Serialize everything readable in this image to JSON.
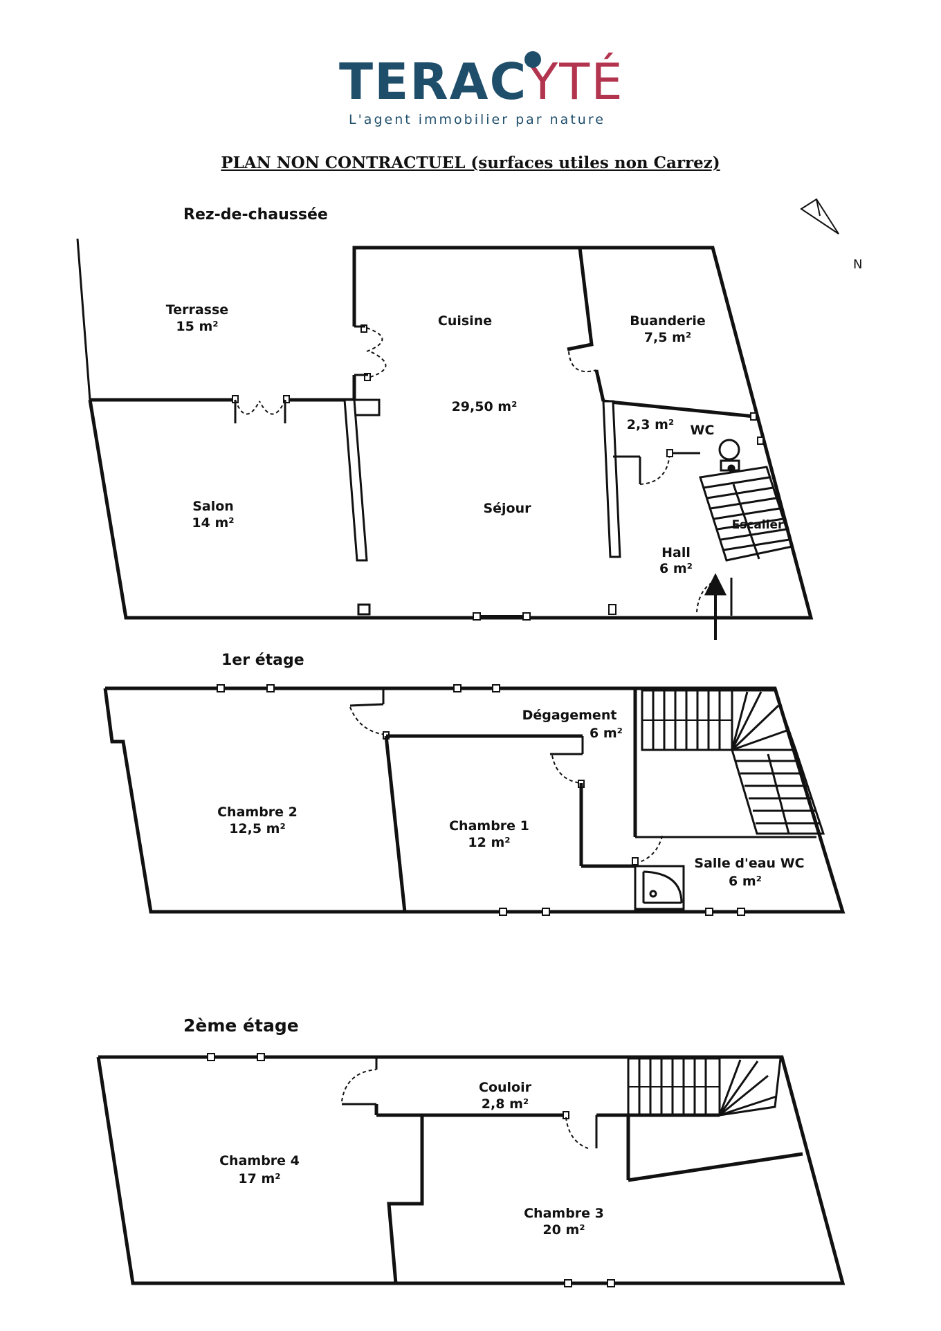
{
  "brand": {
    "name_part1": "TERAC",
    "name_part2": "YTÉ",
    "tagline": "L'agent immobilier par nature",
    "color_primary": "#1f4e6b",
    "color_accent": "#b3344e"
  },
  "subtitle": "PLAN NON CONTRACTUEL (surfaces utiles non Carrez)",
  "compass": {
    "label": "N",
    "icon": "north-arrow-icon"
  },
  "floors": {
    "ground": {
      "title": "Rez-de-chaussée",
      "rooms": {
        "terrasse": {
          "name": "Terrasse",
          "area": "15 m²"
        },
        "cuisine": {
          "name": "Cuisine"
        },
        "sejour": {
          "name": "Séjour",
          "area": "29,50 m²"
        },
        "buanderie": {
          "name": "Buanderie",
          "area": "7,5 m²"
        },
        "wc": {
          "name": "WC",
          "area": "2,3 m²"
        },
        "salon": {
          "name": "Salon",
          "area": "14 m²"
        },
        "escalier": {
          "name": "Escalier"
        },
        "hall": {
          "name": "Hall",
          "area": "6 m²"
        }
      }
    },
    "first": {
      "title": "1er étage",
      "rooms": {
        "degagement": {
          "name": "Dégagement",
          "area": "6 m²"
        },
        "chambre2": {
          "name": "Chambre 2",
          "area": "12,5 m²"
        },
        "chambre1": {
          "name": "Chambre 1",
          "area": "12 m²"
        },
        "salle_eau": {
          "name": "Salle d'eau WC",
          "area": "6 m²"
        }
      }
    },
    "second": {
      "title": "2ème étage",
      "rooms": {
        "couloir": {
          "name": "Couloir",
          "area": "2,8 m²"
        },
        "chambre4": {
          "name": "Chambre 4",
          "area": "17 m²"
        },
        "chambre3": {
          "name": "Chambre 3",
          "area": "20 m²"
        }
      }
    }
  }
}
